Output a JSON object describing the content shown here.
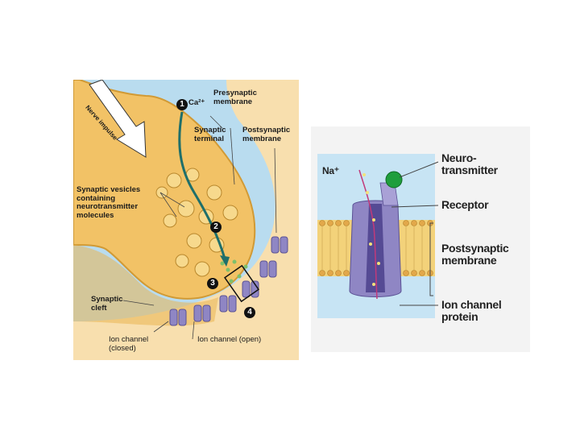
{
  "left_diagram": {
    "nerve_impulse": "Nerve impulse",
    "ca_label": "Ca²⁺",
    "presynaptic_membrane": [
      "Presynaptic",
      "membrane"
    ],
    "synaptic_terminal": [
      "Synaptic",
      "terminal"
    ],
    "postsynaptic_membrane": [
      "Postsynaptic",
      "membrane"
    ],
    "synaptic_vesicles": [
      "Synaptic vesicles",
      "containing",
      "neurotransmitter",
      "molecules"
    ],
    "synaptic_cleft": [
      "Synaptic",
      "cleft"
    ],
    "ion_channel_closed": [
      "Ion channel",
      "(closed)"
    ],
    "ion_channel_open": "Ion channel (open)",
    "step_numbers": [
      "1",
      "2",
      "3",
      "4"
    ]
  },
  "right_diagram": {
    "na_label": "Na⁺",
    "neurotransmitter": [
      "Neuro-",
      "transmitter"
    ],
    "receptor": "Receptor",
    "postsynaptic_membrane": [
      "Postsynaptic",
      "membrane"
    ],
    "ion_channel_protein": [
      "Ion channel",
      "protein"
    ]
  },
  "colors": {
    "terminal_fill": "#f2c266",
    "postsynaptic_fill": "#f8dfae",
    "background_blue": "#b9dcef",
    "arrow_teal": "#1f6f6a",
    "channel_purple": "#8f86c4",
    "neurotransmitter_green": "#1f9e3c",
    "membrane_yellow": "#f3d27a"
  }
}
